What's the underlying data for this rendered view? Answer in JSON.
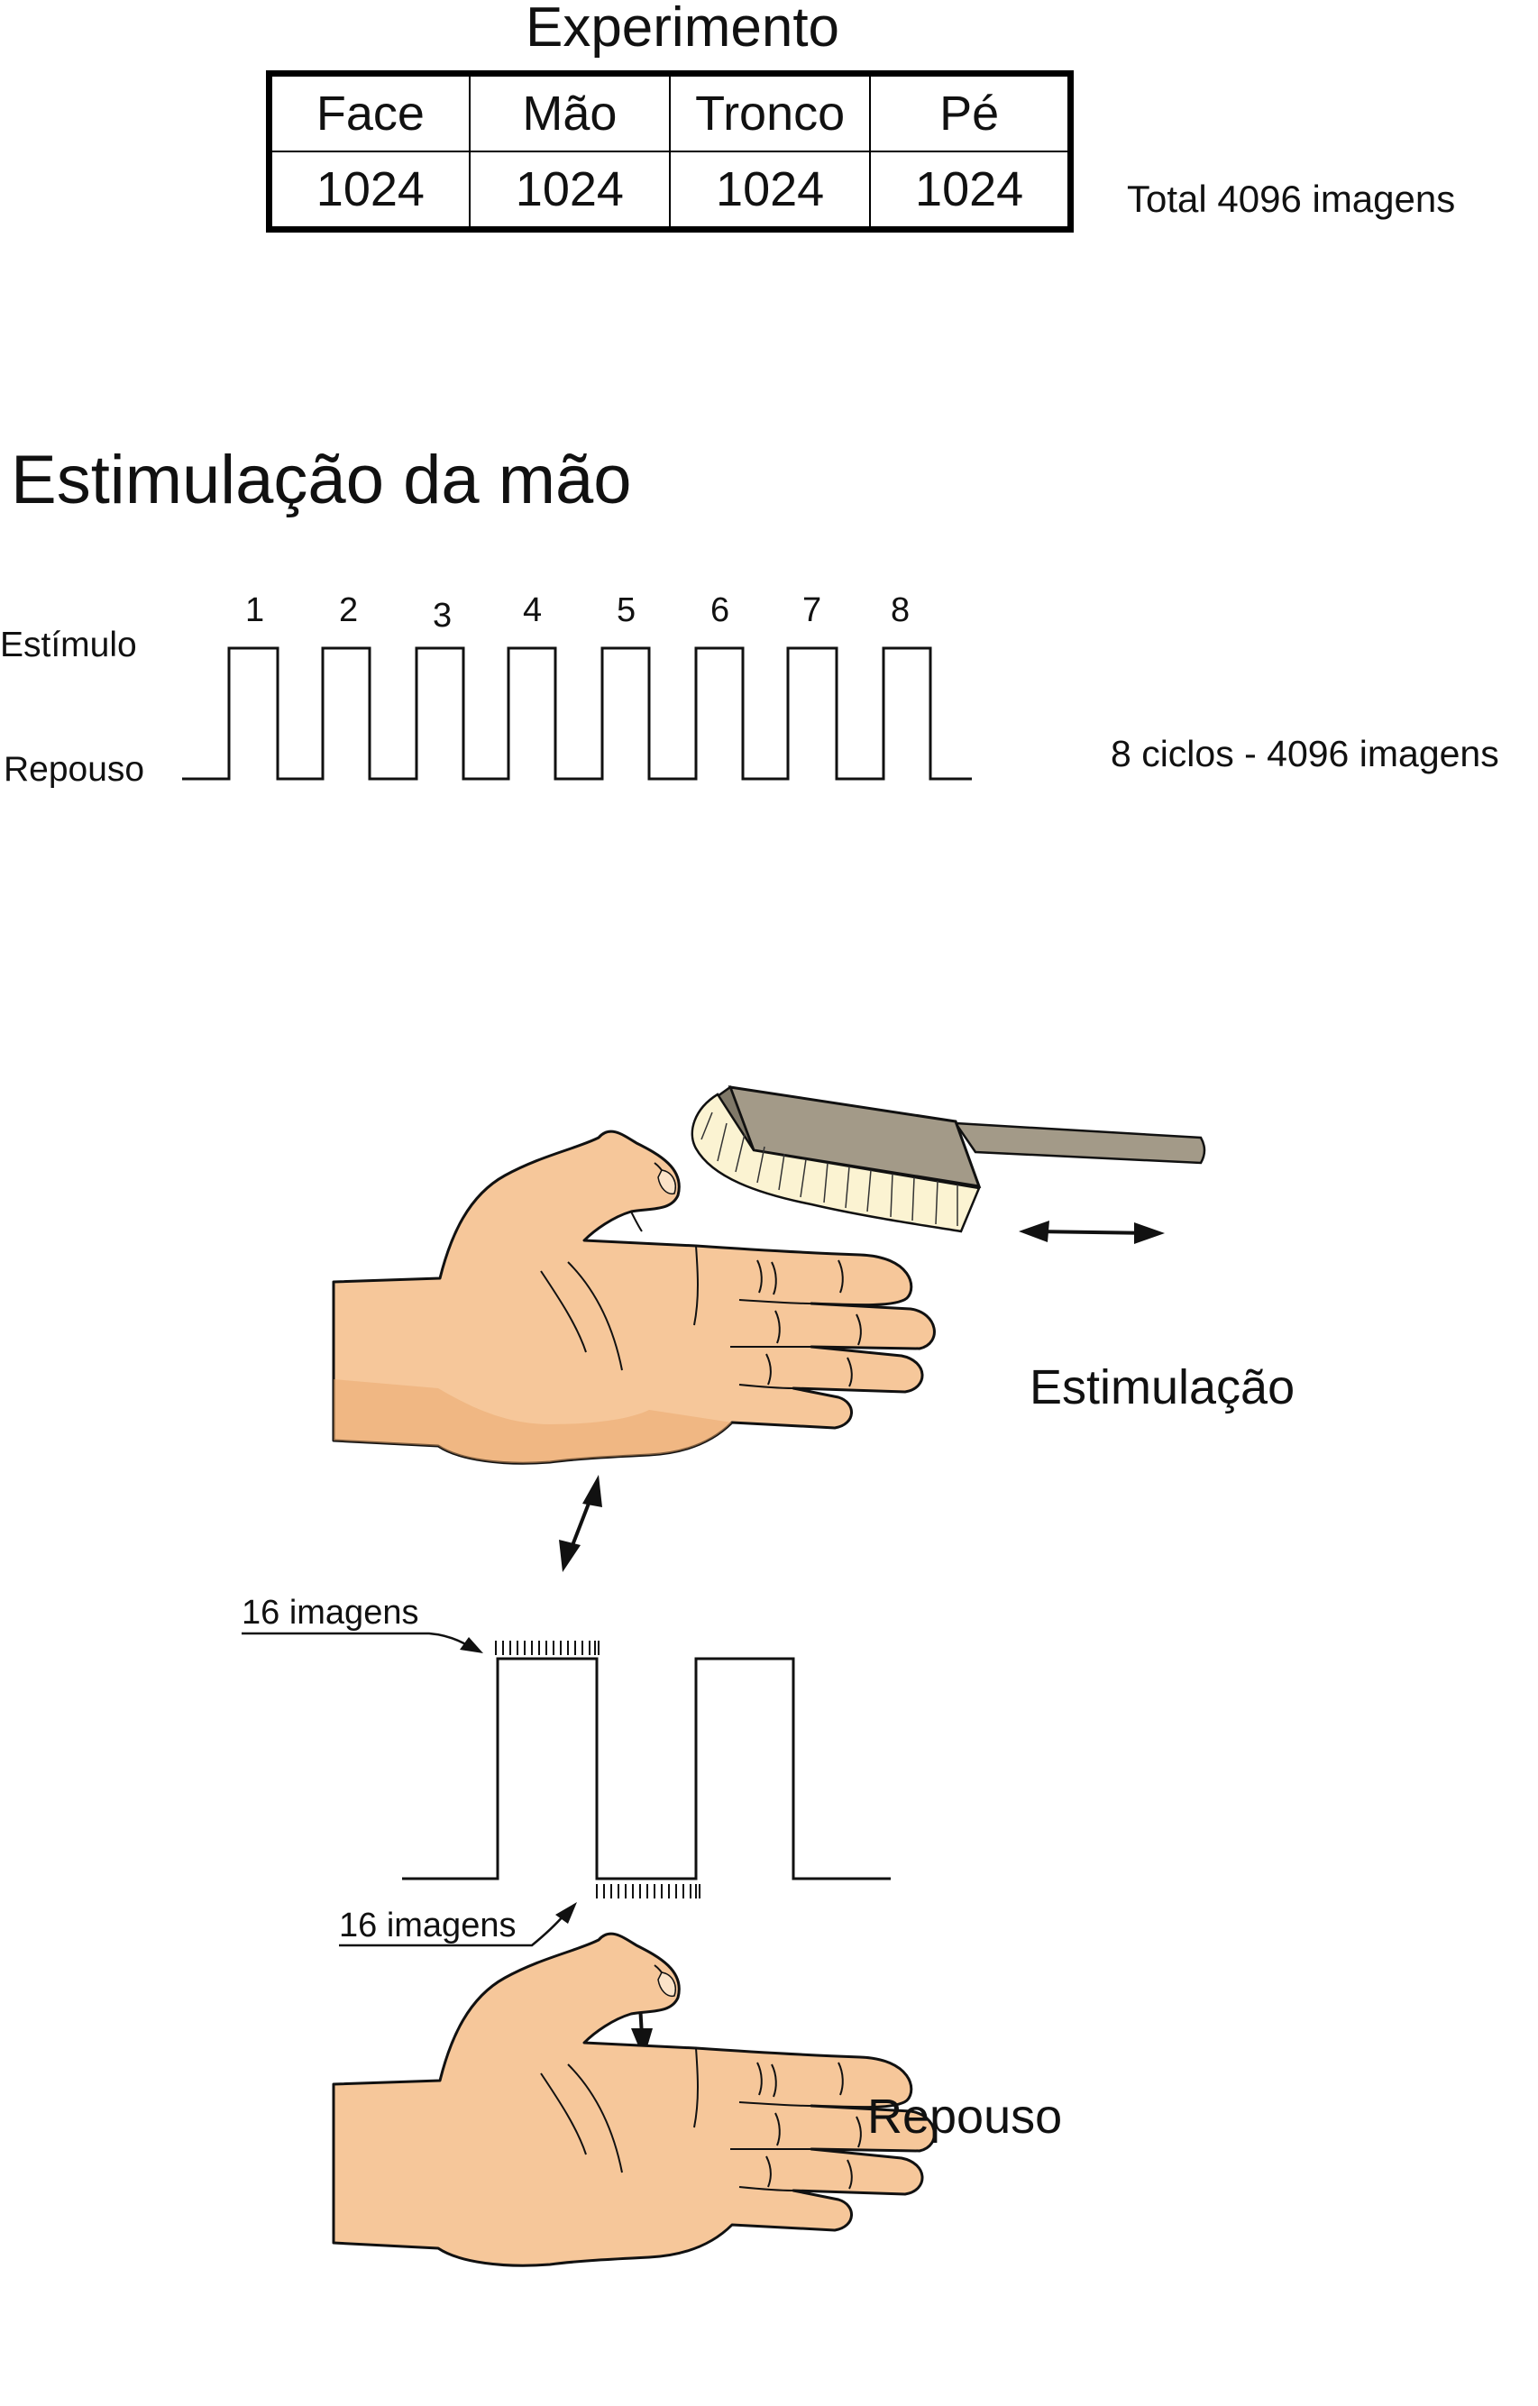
{
  "experiment": {
    "title": "Experimento",
    "columns": [
      {
        "name": "Face",
        "value": "1024"
      },
      {
        "name": "Mão",
        "value": "1024"
      },
      {
        "name": "Tronco",
        "value": "1024"
      },
      {
        "name": "Pé",
        "value": "1024"
      }
    ],
    "total_label": "Total 4096 imagens"
  },
  "stimulation": {
    "title": "Estimulação da mão",
    "high_label": "Estímulo",
    "low_label": "Repouso",
    "cycle_numbers": [
      "1",
      "2",
      "3",
      "4",
      "5",
      "6",
      "7",
      "8"
    ],
    "cycles_label": "8 ciclos - 4096 imagens"
  },
  "detail": {
    "images_top_label": "16 imagens",
    "images_bottom_label": "16 imagens",
    "stimulation_label": "Estimulação",
    "rest_label": "Repouso"
  },
  "colors": {
    "skin": "#f6c79a",
    "skin_shadow": "#e9a86c",
    "brush_wood": "#a39a88",
    "brush_bristles": "#fbf3d2",
    "line": "#111111"
  }
}
